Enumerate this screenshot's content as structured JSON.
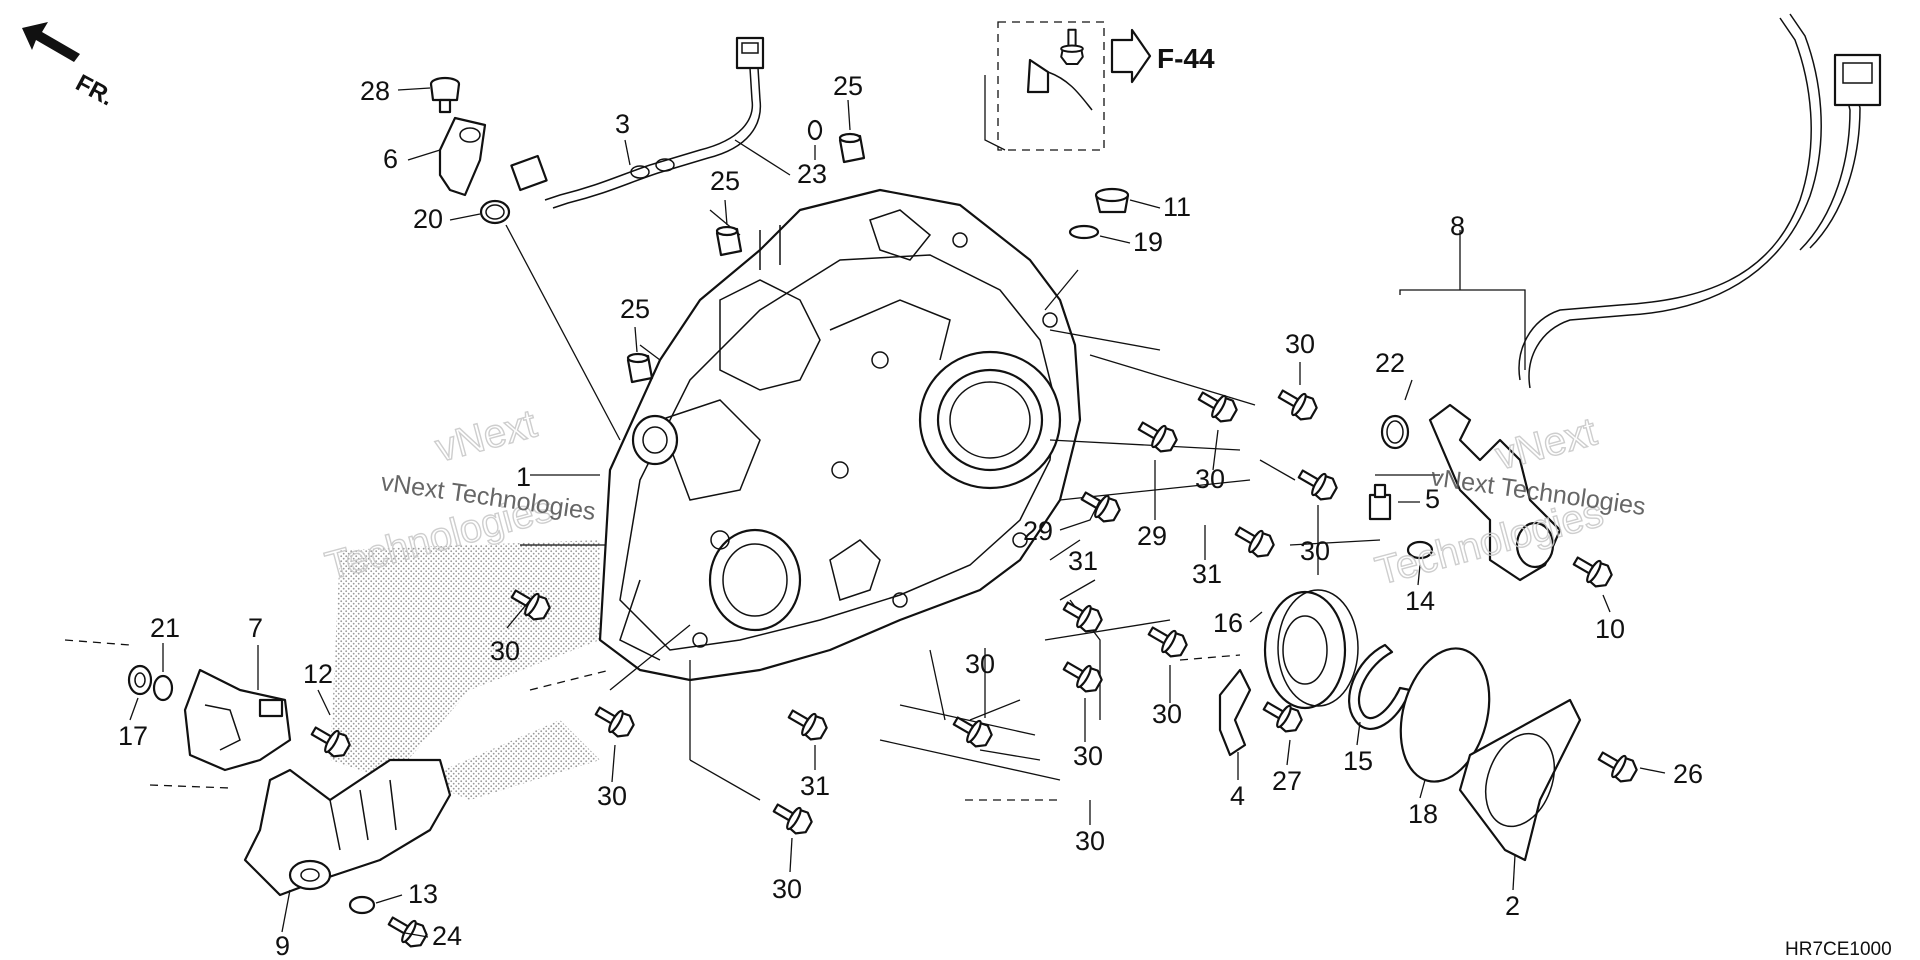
{
  "direction_label": "FR.",
  "reference_label": "F-44",
  "diagram_code": "HR7CE1000",
  "watermark": {
    "line1": "vNext",
    "line2": "Technologies",
    "inline": "vNext Technologies"
  },
  "callouts": {
    "c1": "1",
    "c2": "2",
    "c3": "3",
    "c4": "4",
    "c5": "5",
    "c6": "6",
    "c7": "7",
    "c8": "8",
    "c9": "9",
    "c10": "10",
    "c11": "11",
    "c12": "12",
    "c13": "13",
    "c14": "14",
    "c15": "15",
    "c16": "16",
    "c17": "17",
    "c18": "18",
    "c19": "19",
    "c20": "20",
    "c21": "21",
    "c22": "22",
    "c23": "23",
    "c24": "24",
    "c25a": "25",
    "c25b": "25",
    "c25c": "25",
    "c26": "26",
    "c27": "27",
    "c28": "28",
    "c29a": "29",
    "c29b": "29",
    "c30a": "30",
    "c30b": "30",
    "c30c": "30",
    "c30d": "30",
    "c30e": "30",
    "c30f": "30",
    "c30g": "30",
    "c30h": "30",
    "c30i": "30",
    "c30j": "30",
    "c31a": "31",
    "c31b": "31",
    "c31c": "31"
  }
}
